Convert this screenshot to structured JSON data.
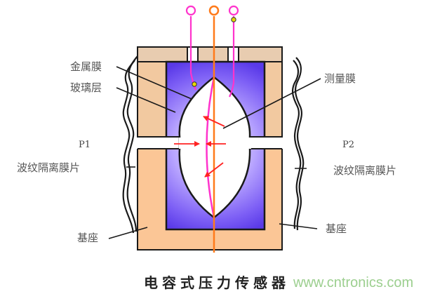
{
  "diagram": {
    "title": "电容式压力传感器",
    "watermark": "www.cntronics.com",
    "labels": {
      "metal_film": "金属膜",
      "glass_layer": "玻璃层",
      "measuring_diaphragm": "测量膜",
      "p1": "P1",
      "p2": "P2",
      "isolation_diaphragm_left": "波纹隔离膜片",
      "isolation_diaphragm_right": "波纹隔离膜片",
      "base_left": "基座",
      "base_right": "基座"
    },
    "colors": {
      "base": "#fbc696",
      "base_top": "#ecc9a4",
      "glass": "#6a4cf0",
      "glass_light": "#c8b8ff",
      "cavity": "#ffffff",
      "outline": "#1a1a1a",
      "pink_lead": "#ff33cc",
      "orange_lead": "#ff7a1a",
      "arrows": "#ff2222",
      "junction_dot": "#e8d800",
      "label_text": "#555555",
      "watermark": "#9ccf8f"
    }
  }
}
